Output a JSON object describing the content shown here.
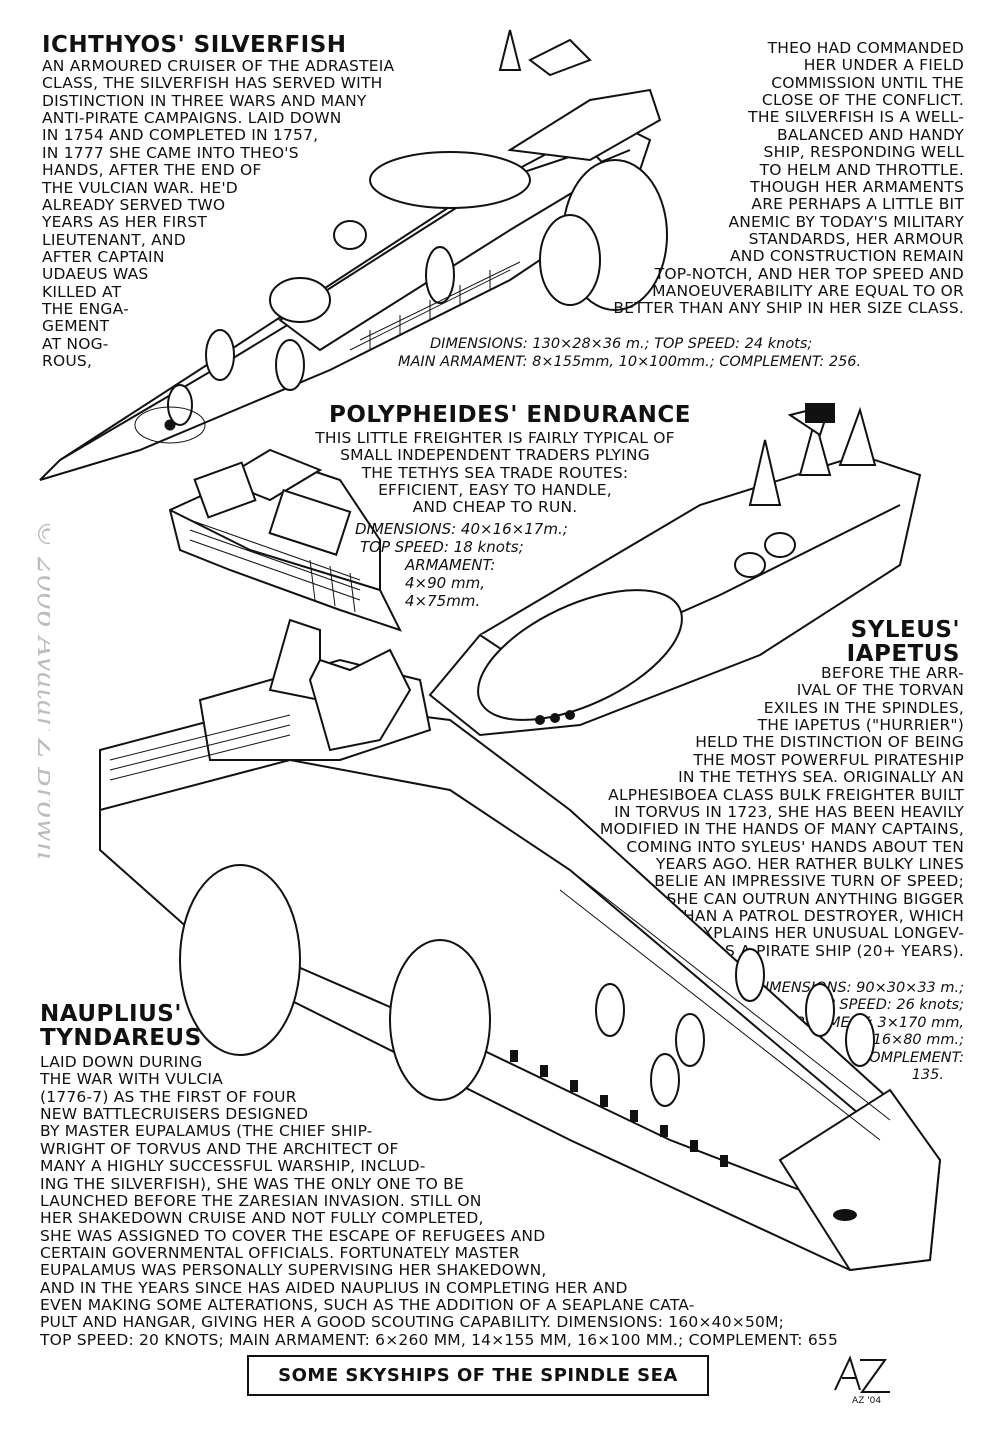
{
  "caption": "SOME SKYSHIPS OF THE SPINDLE SEA",
  "watermark": "© 2006 Avatar Z Brown",
  "signature": "AZ '04",
  "silverfish": {
    "title": "ICHTHYOS' SILVERFISH",
    "left_lines": [
      "AN ARMOURED CRUISER OF THE ADRASTEIA",
      "CLASS, THE SILVERFISH HAS SERVED WITH",
      "DISTINCTION IN THREE WARS AND MANY",
      "ANTI-PIRATE CAMPAIGNS. LAID DOWN",
      "IN 1754 AND COMPLETED IN 1757,",
      "IN 1777 SHE CAME INTO THEO'S",
      "HANDS, AFTER THE END OF",
      "THE VULCIAN WAR. HE'D",
      "ALREADY SERVED TWO",
      "YEARS AS HER FIRST",
      "LIEUTENANT, AND",
      "AFTER CAPTAIN",
      "UDAEUS WAS",
      "KILLED AT",
      "THE ENGA-",
      "GEMENT",
      "AT NOG-",
      "ROUS,"
    ],
    "right_lines": [
      "THEO HAD COMMANDED",
      "HER UNDER A FIELD",
      "COMMISSION UNTIL THE",
      "CLOSE OF THE CONFLICT.",
      "THE SILVERFISH IS A WELL-",
      "BALANCED AND HANDY",
      "SHIP, RESPONDING WELL",
      "TO HELM AND THROTTLE.",
      "THOUGH HER ARMAMENTS",
      "ARE PERHAPS A LITTLE BIT",
      "ANEMIC BY TODAY'S MILITARY",
      "STANDARDS, HER ARMOUR",
      "AND CONSTRUCTION REMAIN",
      "TOP-NOTCH, AND HER TOP SPEED AND",
      "MANOEUVERABILITY ARE EQUAL TO OR",
      "BETTER THAN ANY SHIP IN HER SIZE CLASS."
    ],
    "spec_line1": "DIMENSIONS: 130×28×36 m.; TOP SPEED: 24 knots;",
    "spec_line2": "MAIN ARMAMENT: 8×155mm, 10×100mm.; COMPLEMENT: 256."
  },
  "endurance": {
    "title": "POLYPHEIDES' ENDURANCE",
    "lines": [
      "THIS LITTLE FREIGHTER IS FAIRLY TYPICAL OF",
      "SMALL INDEPENDENT TRADERS PLYING",
      "THE TETHYS SEA TRADE ROUTES:",
      "EFFICIENT, EASY TO HANDLE,",
      "AND CHEAP TO RUN."
    ],
    "spec_line1": "DIMENSIONS: 40×16×17m.;",
    "spec_line2": "TOP SPEED: 18 knots;",
    "spec_line3": "ARMAMENT:",
    "spec_line4": "4×90 mm,",
    "spec_line5": "4×75mm."
  },
  "iapetus": {
    "title_line1": "SYLEUS'",
    "title_line2": "IAPETUS",
    "lines": [
      "BEFORE THE ARR-",
      "IVAL OF THE TORVAN",
      "EXILES IN THE SPINDLES,",
      "THE IAPETUS (\"HURRIER\")",
      "HELD THE DISTINCTION OF BEING",
      "THE MOST POWERFUL PIRATESHIP",
      "IN THE TETHYS SEA. ORIGINALLY AN",
      "ALPHESIBOEA CLASS BULK FREIGHTER BUILT",
      "IN TORVUS IN 1723, SHE HAS BEEN HEAVILY",
      "MODIFIED IN THE HANDS OF MANY CAPTAINS,",
      "COMING INTO SYLEUS' HANDS ABOUT TEN",
      "YEARS AGO. HER RATHER BULKY LINES",
      "BELIE AN IMPRESSIVE TURN OF SPEED;",
      "SHE CAN OUTRUN ANYTHING BIGGER",
      "THAN A PATROL DESTROYER, WHICH",
      "EXPLAINS HER UNUSUAL LONGEV-",
      "ITY AS A PIRATE SHIP (20+ YEARS)."
    ],
    "spec_lines": [
      "DIMENSIONS: 90×30×33 m.;",
      "TOP SPEED: 26 knots;",
      "ARMAMENT: 3×170 mm,",
      "16×80 mm.;",
      "COMPLEMENT:",
      "135."
    ]
  },
  "tyndareus": {
    "title_line1": "NAUPLIUS'",
    "title_line2": "TYNDAREUS",
    "lines": [
      "LAID DOWN DURING",
      "THE WAR WITH VULCIA",
      "(1776-7) AS THE FIRST OF FOUR",
      "NEW BATTLECRUISERS DESIGNED",
      "BY MASTER EUPALAMUS (THE CHIEF SHIP-",
      "WRIGHT OF TORVUS AND THE ARCHITECT OF",
      "MANY A HIGHLY SUCCESSFUL WARSHIP, INCLUD-",
      "ING THE SILVERFISH), SHE WAS THE ONLY ONE TO BE",
      "LAUNCHED BEFORE THE ZARESIAN INVASION. STILL ON",
      "HER SHAKEDOWN CRUISE AND NOT FULLY COMPLETED,",
      "SHE WAS ASSIGNED TO COVER THE ESCAPE OF REFUGEES AND",
      "CERTAIN GOVERNMENTAL OFFICIALS. FORTUNATELY MASTER",
      "EUPALAMUS WAS PERSONALLY SUPERVISING HER SHAKEDOWN,",
      "AND IN THE YEARS SINCE HAS AIDED NAUPLIUS IN COMPLETING HER AND",
      "EVEN MAKING SOME ALTERATIONS, SUCH AS THE ADDITION OF A SEAPLANE CATA-",
      "PULT AND HANGAR, GIVING HER A GOOD SCOUTING CAPABILITY. DIMENSIONS: 160×40×50m;",
      "TOP SPEED: 20 knots; MAIN ARMAMENT: 6×260 mm, 14×155 mm, 16×100 mm.; COMPLEMENT: 655"
    ]
  }
}
